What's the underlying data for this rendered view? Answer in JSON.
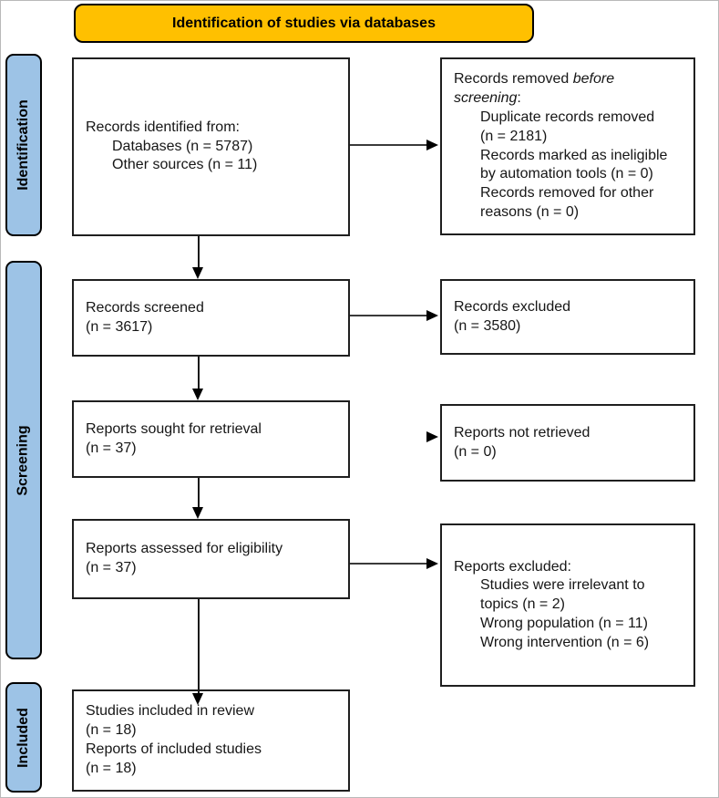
{
  "title": "Identification of studies via databases",
  "colors": {
    "banner_bg": "#FFC000",
    "stage_bg": "#9DC3E6"
  },
  "stages": [
    "Identification",
    "Screening",
    "Included"
  ],
  "boxes": {
    "records_identified": {
      "l1": "Records identified from:",
      "s1": "Databases (n = 5787)",
      "s2": "Other sources (n = 11)"
    },
    "records_removed": {
      "lead1": "Records removed ",
      "lead2": "before screening",
      "lead3": ":",
      "s1": "Duplicate records removed (n = 2181)",
      "s2": "Records marked as ineligible by automation tools (n = 0)",
      "s3": "Records removed for other reasons (n = 0)"
    },
    "records_screened": {
      "l1": "Records screened",
      "l2": "(n = 3617)"
    },
    "records_excluded": {
      "l1": "Records excluded",
      "l2": "(n = 3580)"
    },
    "reports_sought": {
      "l1": "Reports sought for retrieval",
      "l2": "(n = 37)"
    },
    "reports_not_retrieved": {
      "l1": "Reports not retrieved",
      "l2": "(n = 0)"
    },
    "reports_assessed": {
      "l1": "Reports assessed for eligibility",
      "l2": "(n = 37)"
    },
    "reports_excluded": {
      "l1": "Reports excluded:",
      "s1": "Studies were irrelevant to topics (n = 2)",
      "s2": "Wrong population (n = 11)",
      "s3": "Wrong intervention (n = 6)"
    },
    "studies_included": {
      "l1": "Studies included in review",
      "l2": "(n = 18)",
      "l3": "Reports of included studies",
      "l4": "(n = 18)"
    }
  }
}
